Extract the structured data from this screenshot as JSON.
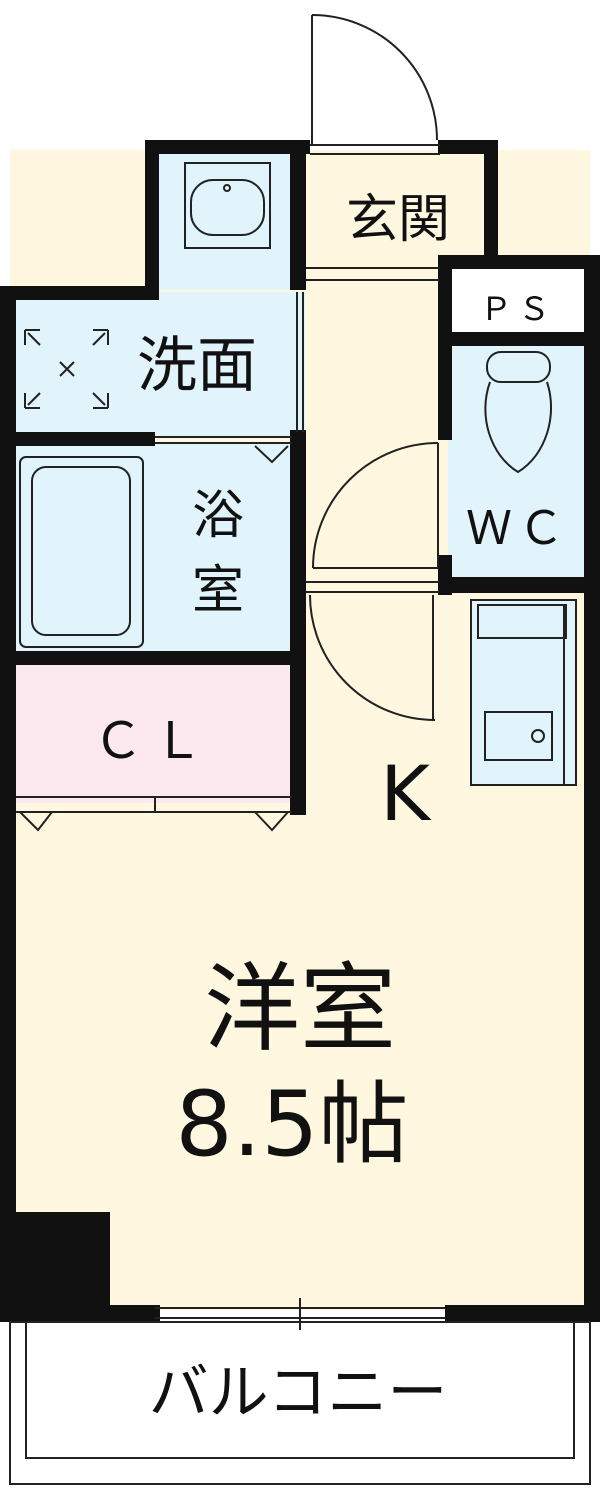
{
  "colors": {
    "wall": "#111111",
    "wet_area": "#e1f3fb",
    "living": "#fff7df",
    "closet": "#fce9ef",
    "outline": "#222222"
  },
  "rooms": {
    "genkan": "玄関",
    "ps": "ＰＳ",
    "senmen": "洗面",
    "wc": "ＷＣ",
    "yoku_line1": "浴",
    "yoku_line2": "室",
    "closet": "ＣＬ",
    "kitchen": "K",
    "western_room": "洋室",
    "western_room_size": "8.5帖",
    "balcony": "バルコニー"
  },
  "fixtures": {
    "sink_icon": "washbasin-icon",
    "washer_icon": "washing-machine-pan-icon",
    "bathtub_icon": "bathtub-icon",
    "toilet_icon": "toilet-icon",
    "kitchen_icon": "kitchen-counter-icon"
  }
}
